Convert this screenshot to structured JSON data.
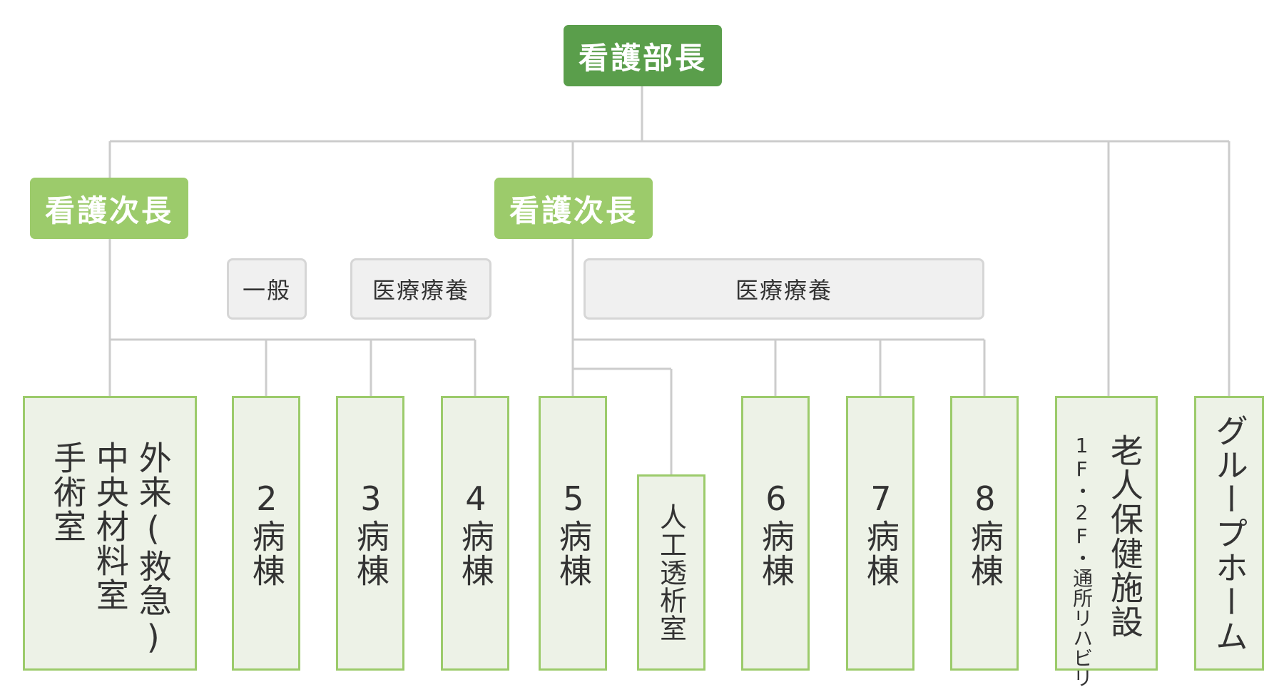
{
  "org": {
    "head": "看護部長",
    "deputy_left": "看護次長",
    "deputy_right": "看護次長",
    "categories": {
      "general": "一般",
      "medical_care_left": "医療療養",
      "medical_care_right": "医療療養"
    },
    "departments": {
      "outpatient_lines": [
        "外来(救急)",
        "中央材料室",
        "手術室"
      ],
      "ward_2": "2病棟",
      "ward_3": "3病棟",
      "ward_4": "4病棟",
      "ward_5": "5病棟",
      "dialysis": "人工透析室",
      "ward_6": "6病棟",
      "ward_7": "7病棟",
      "ward_8": "8病棟",
      "geriatric_facility": "老人保健施設",
      "geriatric_facility_sub": "1F・2F・通所リハビリ",
      "group_home": "グループホーム"
    }
  },
  "colors": {
    "head_bg": "#5a9e4b",
    "deputy_bg": "#9ccb6b",
    "ward_bg": "#edf2e7",
    "ward_border": "#9ccb6b",
    "category_bg": "#f0f0f0",
    "connector": "#cccccc"
  }
}
